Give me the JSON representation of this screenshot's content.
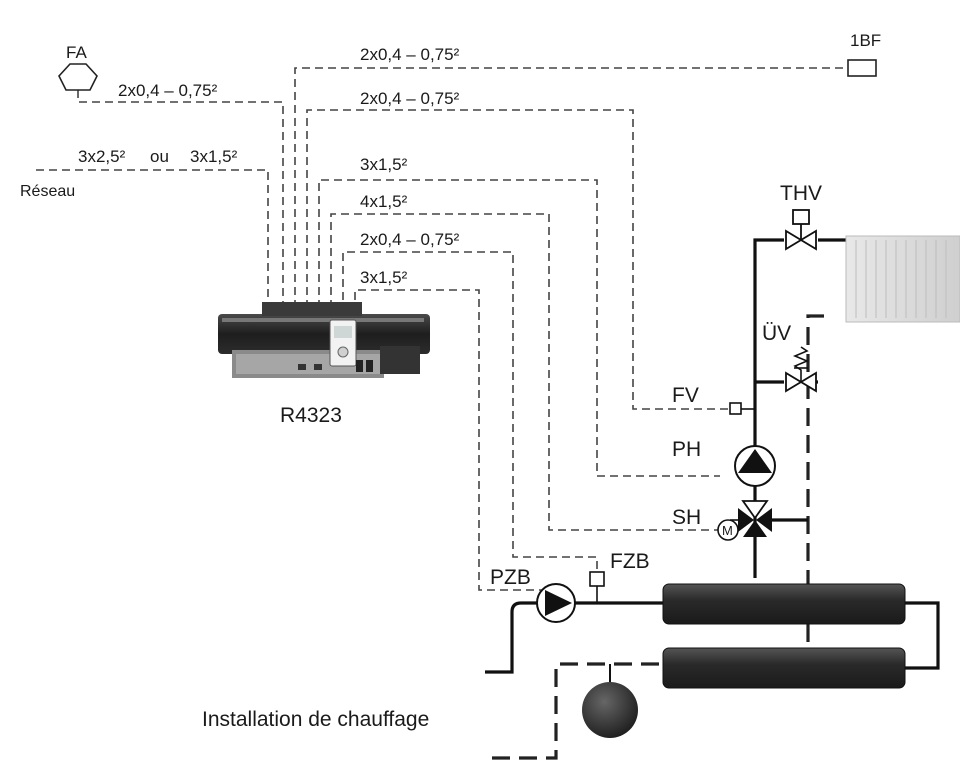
{
  "labels": {
    "fa": "FA",
    "bf": "1BF",
    "reseau": "Réseau",
    "cable_fa": "2x0,4 – 0,75²",
    "cable_bf": "2x0,4 – 0,75²",
    "cable_fv": "2x0,4 – 0,75²",
    "cable_ph": "3x1,5²",
    "cable_sh": "4x1,5²",
    "cable_fzb": "2x0,4 – 0,75²",
    "cable_pzb": "3x1,5²",
    "mains_a": "3x2,5²",
    "mains_or": "ou",
    "mains_b": "3x1,5²",
    "controller": "R4323",
    "thv": "THV",
    "uv": "ÜV",
    "fv": "FV",
    "ph": "PH",
    "sh": "SH",
    "motor": "M",
    "pzb": "PZB",
    "fzb": "FZB",
    "installation": "Installation de chauffage"
  }
}
